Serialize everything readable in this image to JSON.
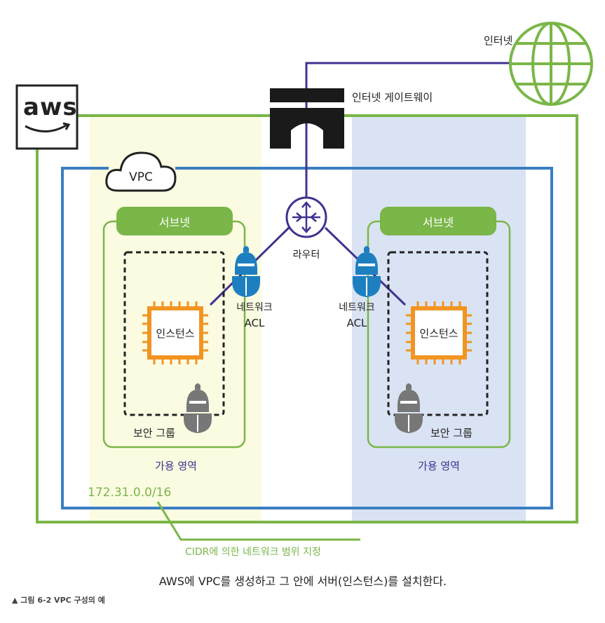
{
  "internet": {
    "label": "인터넷"
  },
  "gateway": {
    "label": "인터넷 게이트웨이"
  },
  "aws": {
    "logo_text": "aws"
  },
  "vpc": {
    "label": "VPC"
  },
  "router": {
    "label": "라우터"
  },
  "subnets": [
    {
      "header": "서브넷",
      "instance": "인스턴스",
      "security_group": "보안 그룹",
      "az": "가용 영역"
    },
    {
      "header": "서브넷",
      "instance": "인스턴스",
      "security_group": "보안 그룹",
      "az": "가용 영역"
    }
  ],
  "acl": [
    {
      "line1": "네트워크",
      "line2": "ACL"
    },
    {
      "line1": "네트워크",
      "line2": "ACL"
    }
  ],
  "cidr": {
    "range": "172.31.0.0/16",
    "caption": "CIDR에 의한 네트워크 범위 지정"
  },
  "caption_main": "AWS에 VPC를 생성하고 그 안에 서버(인스턴스)를 설치한다.",
  "figure_caption": "▲ 그림 6-2 VPC 구성의 예",
  "colors": {
    "green": "#7ab648",
    "blue": "#3a7ec2",
    "purple": "#3f3390",
    "orange": "#f29422",
    "az_left_fill": "#fbfbe2",
    "az_right_fill": "#dae3f3",
    "shield_blue": "#1e7fc0",
    "shield_gray": "#777777"
  }
}
